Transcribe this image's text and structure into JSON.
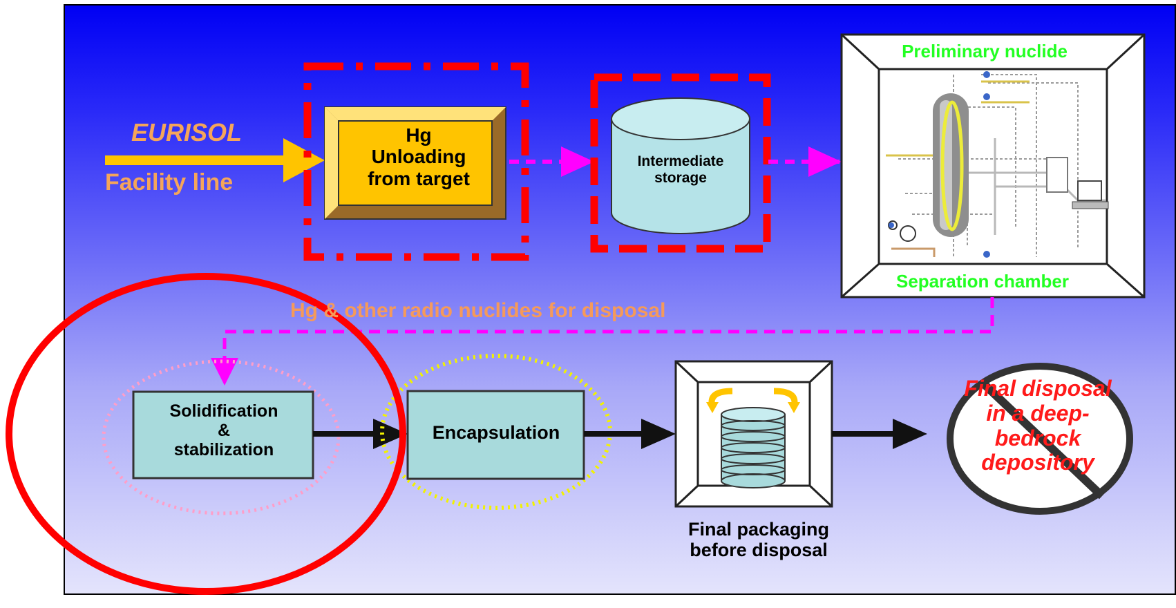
{
  "diagram": {
    "input": {
      "title": "EURISOL",
      "subtitle": "Facility line"
    },
    "steps": {
      "unloading": "Hg\nUnloading\nfrom target",
      "storage": "Intermediate\nstorage",
      "separation_top": "Preliminary nuclide",
      "separation_bottom": "Separation chamber",
      "route": "Hg & other radio nuclides for disposal",
      "solidification": "Solidification\n&\nstabilization",
      "encapsulation": "Encapsulation",
      "packaging": "Final packaging\nbefore disposal",
      "final_disposal": "Final disposal\nin a deep-\nbedrock\ndepository"
    },
    "colors": {
      "background_top": "#0000f4",
      "background_bottom": "#e4e4fc",
      "eurisol_text": "#f5a55a",
      "unloading_box": "#ffc400",
      "storage_box": "#b5e3e8",
      "process_box": "#a8dadc",
      "highlight_dashed": "#ff0000",
      "flow_arrow": "#ff00ff",
      "chamber_text": "#22ff22",
      "final_text": "#ff1a1a",
      "circle_marker": "#ff0000"
    }
  }
}
